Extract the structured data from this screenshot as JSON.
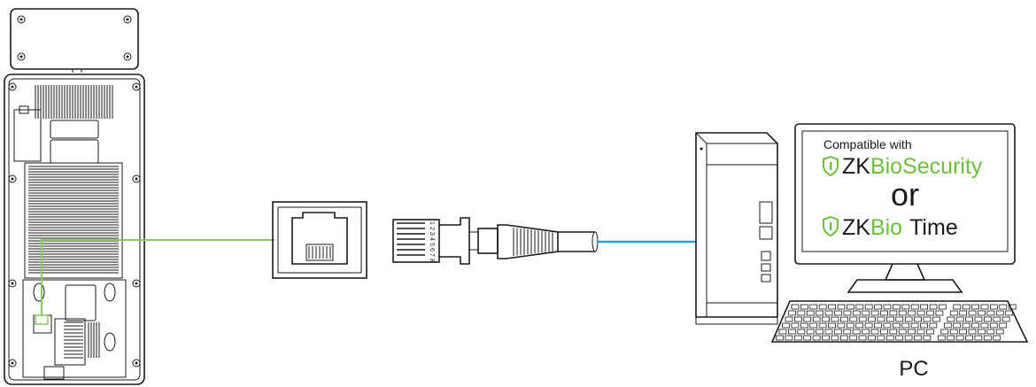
{
  "screen": {
    "compatible_label": "Compatible with",
    "product1_prefix": "ZK",
    "product1_suffix": "BioSecurity",
    "or_label": "or",
    "product2_prefix": "ZK",
    "product2_suffix": "Bio",
    "product2_tail": "Time"
  },
  "pc_label": "PC",
  "connector_pins": [
    "1",
    "2",
    "3",
    "4",
    "5",
    "6",
    "7",
    "8"
  ],
  "icons": {
    "shield": "shield-icon"
  },
  "colors": {
    "green_wire": "#8dc96b",
    "blue_cable": "#2a9fd8",
    "brand_green": "#6cbf3c",
    "line": "#1a1a1a"
  }
}
